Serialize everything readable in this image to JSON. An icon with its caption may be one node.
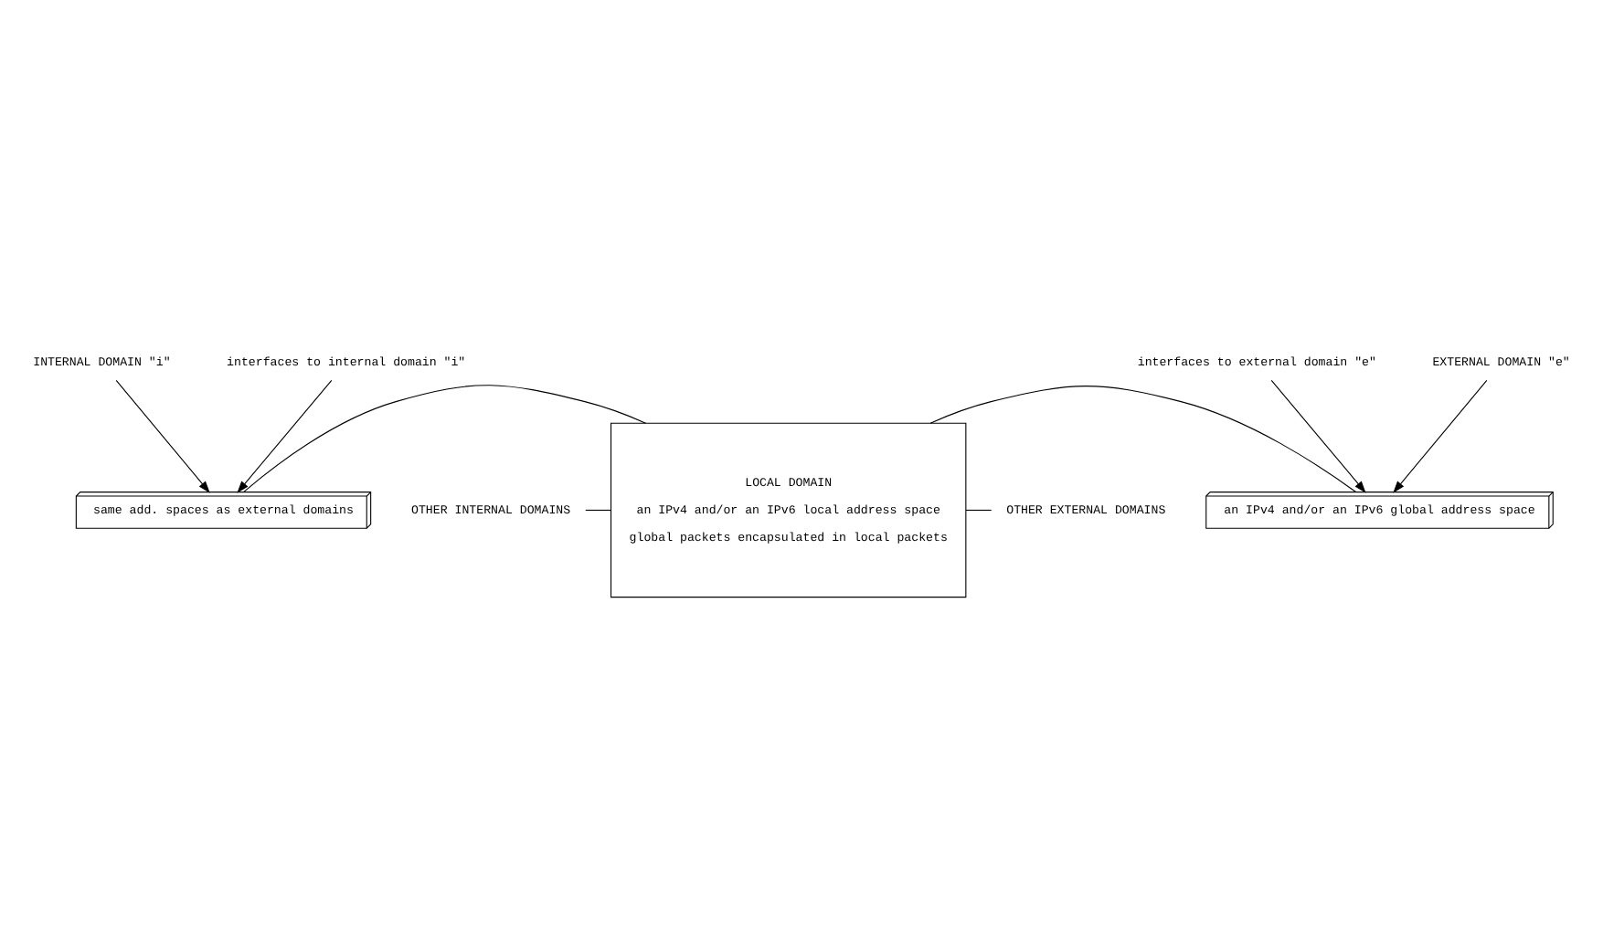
{
  "diagram": {
    "nodes": [
      {
        "text": [
          "INTERNAL DOMAIN \"i\""
        ]
      },
      {
        "text": [
          "interfaces to internal domain \"i\""
        ]
      },
      {
        "text": [
          "interfaces to external domain \"e\""
        ]
      },
      {
        "text": [
          "EXTERNAL DOMAIN \"e\""
        ]
      },
      {
        "text": [
          "LOCAL DOMAIN",
          "an IPv4 and/or an IPv6 local address space",
          "global packets encapsulated in local packets"
        ]
      },
      {
        "text": [
          "same add. spaces as external domains"
        ]
      },
      {
        "text": [
          "an IPv4 and/or an IPv6 global address space"
        ]
      },
      {
        "text": [
          "OTHER INTERNAL DOMAINS"
        ]
      },
      {
        "text": [
          "OTHER EXTERNAL DOMAINS"
        ]
      }
    ],
    "edges": [
      {
        "from": 0,
        "to": 5,
        "arrow": "to"
      },
      {
        "from": 1,
        "to": 5,
        "arrow": "to"
      },
      {
        "from": 2,
        "to": 6,
        "arrow": "to"
      },
      {
        "from": 3,
        "to": 6,
        "arrow": "to"
      },
      {
        "from": 5,
        "to": 4,
        "arrow": "none"
      },
      {
        "from": 4,
        "to": 6,
        "arrow": "none"
      },
      {
        "from": 7,
        "to": 4,
        "arrow": "none"
      },
      {
        "from": 4,
        "to": 8,
        "arrow": "none"
      }
    ]
  }
}
